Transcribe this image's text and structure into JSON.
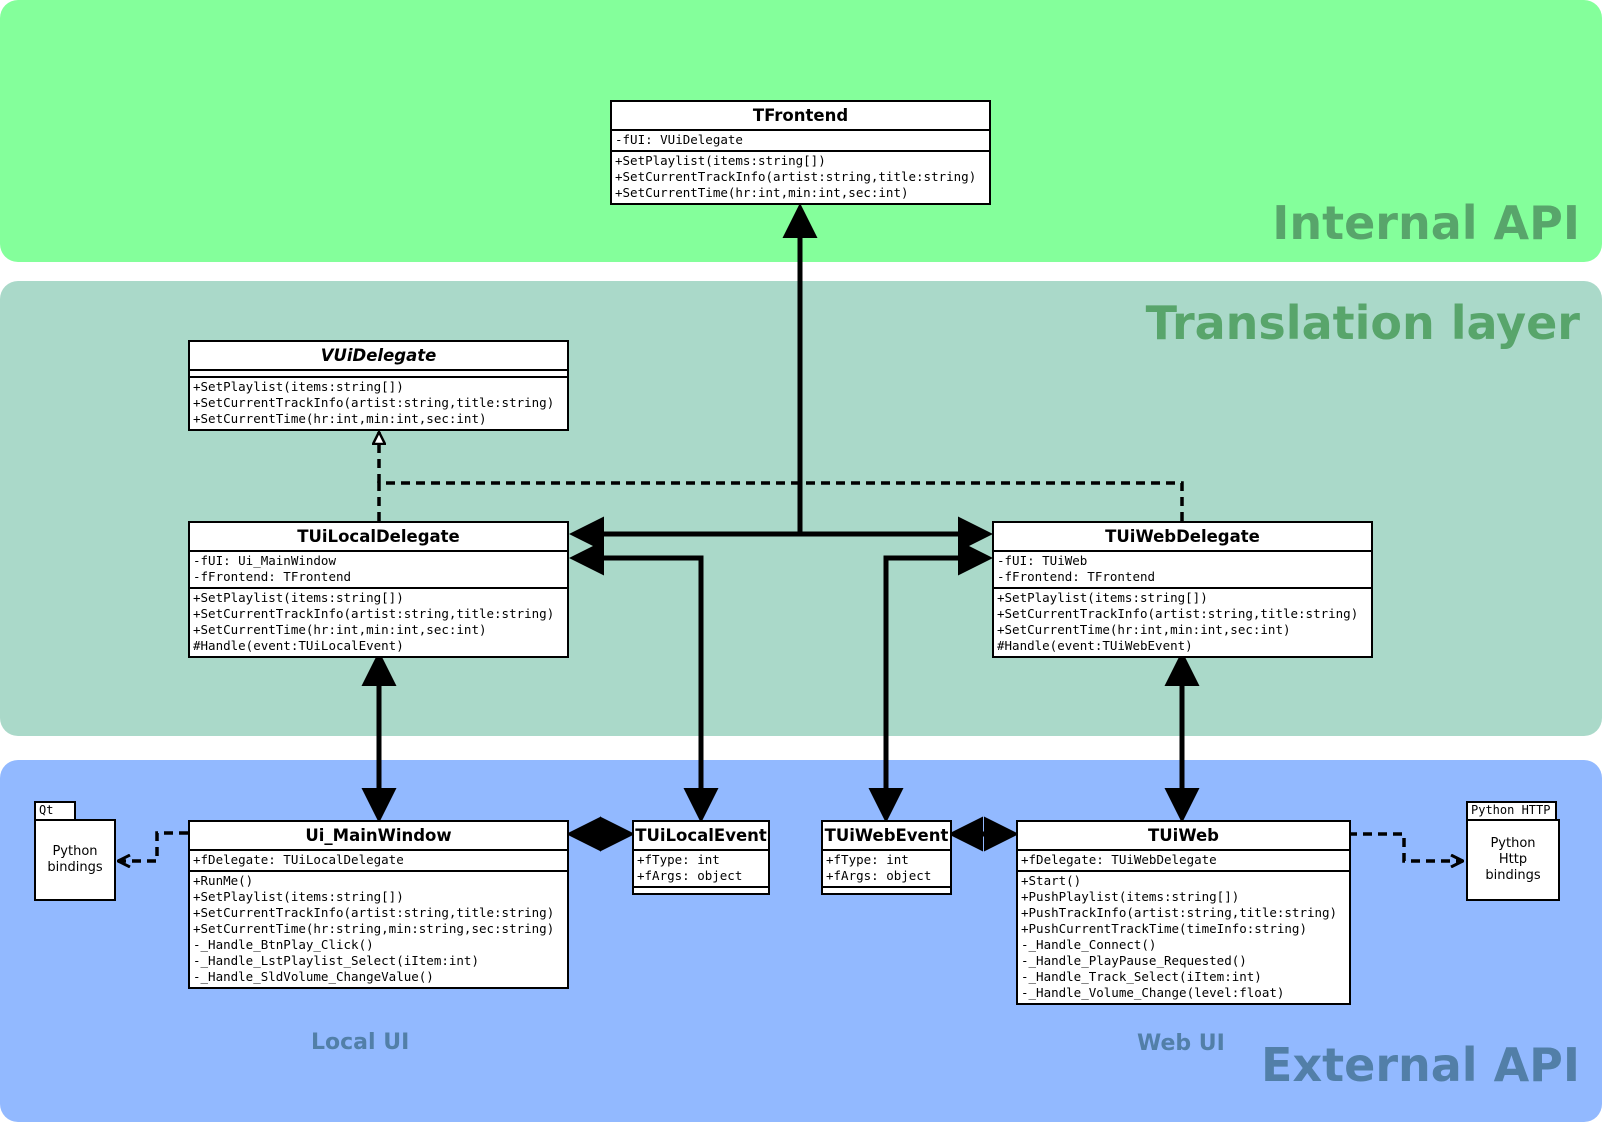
{
  "layers": {
    "internal": "Internal API",
    "translation": "Translation layer",
    "external": "External API",
    "local_ui": "Local UI",
    "web_ui": "Web UI"
  },
  "classes": {
    "tfrontend": {
      "name": "TFrontend",
      "attributes": [
        "-fUI: VUiDelegate"
      ],
      "methods": [
        "+SetPlaylist(items:string[])",
        "+SetCurrentTrackInfo(artist:string,title:string)",
        "+SetCurrentTime(hr:int,min:int,sec:int)"
      ]
    },
    "vuidelegate": {
      "name": "VUiDelegate",
      "attributes": [],
      "methods": [
        "+SetPlaylist(items:string[])",
        "+SetCurrentTrackInfo(artist:string,title:string)",
        "+SetCurrentTime(hr:int,min:int,sec:int)"
      ]
    },
    "tuilocaldelegate": {
      "name": "TUiLocalDelegate",
      "attributes": [
        "-fUI: Ui_MainWindow",
        "-fFrontend: TFrontend"
      ],
      "methods": [
        "+SetPlaylist(items:string[])",
        "+SetCurrentTrackInfo(artist:string,title:string)",
        "+SetCurrentTime(hr:int,min:int,sec:int)",
        "#Handle(event:TUiLocalEvent)"
      ]
    },
    "tuiwebdelegate": {
      "name": "TUiWebDelegate",
      "attributes": [
        "-fUI: TUiWeb",
        "-fFrontend: TFrontend"
      ],
      "methods": [
        "+SetPlaylist(items:string[])",
        "+SetCurrentTrackInfo(artist:string,title:string)",
        "+SetCurrentTime(hr:int,min:int,sec:int)",
        "#Handle(event:TUiWebEvent)"
      ]
    },
    "ui_mainwindow": {
      "name": "Ui_MainWindow",
      "attributes": [
        "+fDelegate: TUiLocalDelegate"
      ],
      "methods": [
        "+RunMe()",
        "+SetPlaylist(items:string[])",
        "+SetCurrentTrackInfo(artist:string,title:string)",
        "+SetCurrentTime(hr:string,min:string,sec:string)",
        "-_Handle_BtnPlay_Click()",
        "-_Handle_LstPlaylist_Select(iItem:int)",
        "-_Handle_SldVolume_ChangeValue()"
      ]
    },
    "tuilocalevent": {
      "name": "TUiLocalEvent",
      "attributes": [
        "+fType: int",
        "+fArgs: object"
      ],
      "methods": []
    },
    "tuiwebevent": {
      "name": "TUiWebEvent",
      "attributes": [
        "+fType: int",
        "+fArgs: object"
      ],
      "methods": []
    },
    "tuiweb": {
      "name": "TUiWeb",
      "attributes": [
        "+fDelegate: TUiWebDelegate"
      ],
      "methods": [
        "+Start()",
        "+PushPlaylist(items:string[])",
        "+PushTrackInfo(artist:string,title:string)",
        "+PushCurrentTrackTime(timeInfo:string)",
        "-_Handle_Connect()",
        "-_Handle_PlayPause_Requested()",
        "-_Handle_Track_Select(iItem:int)",
        "-_Handle_Volume_Change(level:float)"
      ]
    }
  },
  "packages": {
    "qt": {
      "tab": "Qt",
      "body": "Python\nbindings"
    },
    "python_http": {
      "tab": "Python HTTP",
      "body": "Python\nHttp\nbindings"
    }
  },
  "colors": {
    "internal_band": "#84ff9b",
    "translation_band": "#aad9c9",
    "external_band": "#92b9ff",
    "layer_label_green": "#58a56b",
    "layer_label_blue": "#527fa8"
  }
}
